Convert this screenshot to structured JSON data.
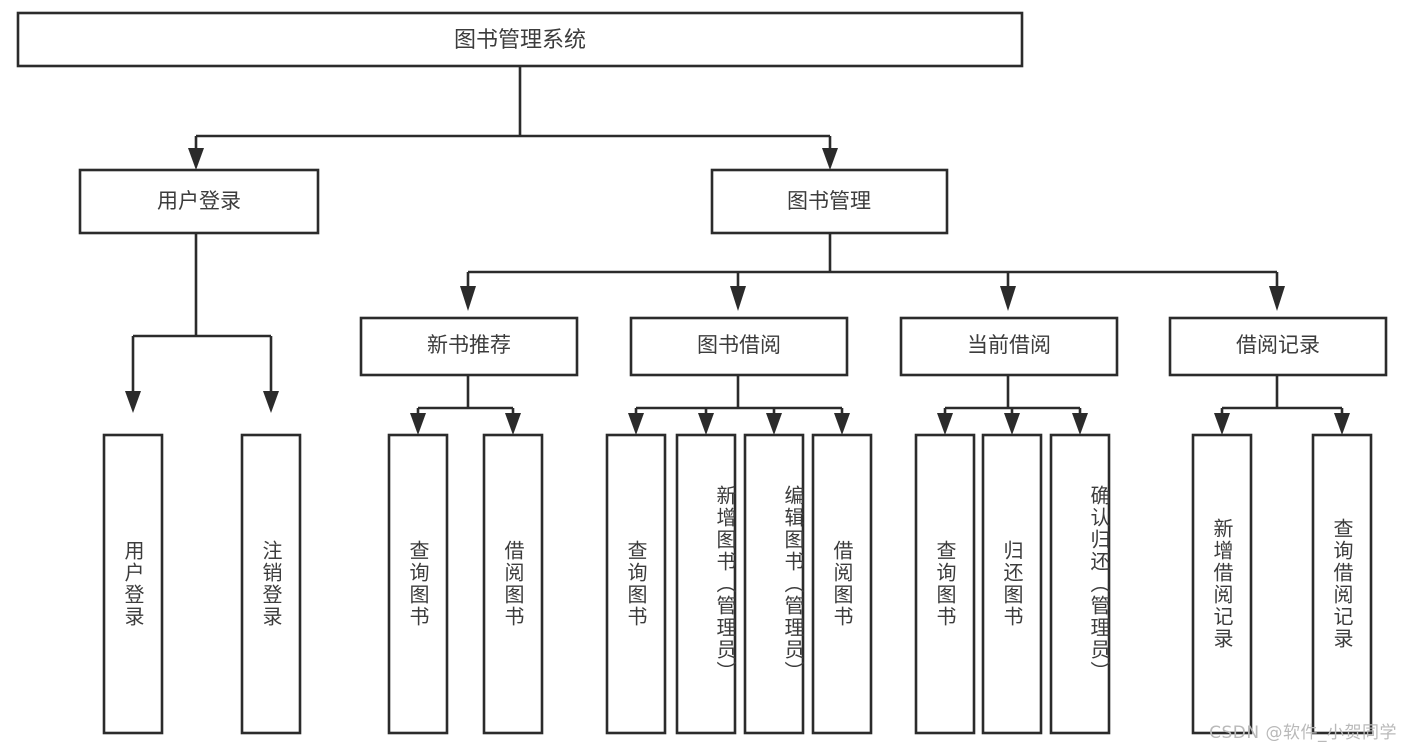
{
  "diagram": {
    "type": "tree",
    "orientation": "top-down",
    "background_color": "#ffffff",
    "box_stroke_color": "#2b2b2b",
    "text_color": "#3c3c3c",
    "root": {
      "label": "图书管理系统"
    },
    "level2": [
      {
        "label": "用户登录"
      },
      {
        "label": "图书管理"
      }
    ],
    "level3": [
      {
        "label": "新书推荐"
      },
      {
        "label": "图书借阅"
      },
      {
        "label": "当前借阅"
      },
      {
        "label": "借阅记录"
      }
    ],
    "leaves": {
      "user_login": [
        {
          "label": "用户登录"
        },
        {
          "label": "注销登录"
        }
      ],
      "new_book_recommend": [
        {
          "label": "查询图书"
        },
        {
          "label": "借阅图书"
        }
      ],
      "book_borrow": [
        {
          "label": "查询图书"
        },
        {
          "label": "新增图书（管理员）"
        },
        {
          "label": "编辑图书（管理员）"
        },
        {
          "label": "借阅图书"
        }
      ],
      "current_borrow": [
        {
          "label": "查询图书"
        },
        {
          "label": "归还图书"
        },
        {
          "label": "确认归还（管理员）"
        }
      ],
      "borrow_record": [
        {
          "label": "新增借阅记录"
        },
        {
          "label": "查询借阅记录"
        }
      ]
    }
  },
  "watermark": {
    "text": "CSDN @软件_小贺同学"
  }
}
